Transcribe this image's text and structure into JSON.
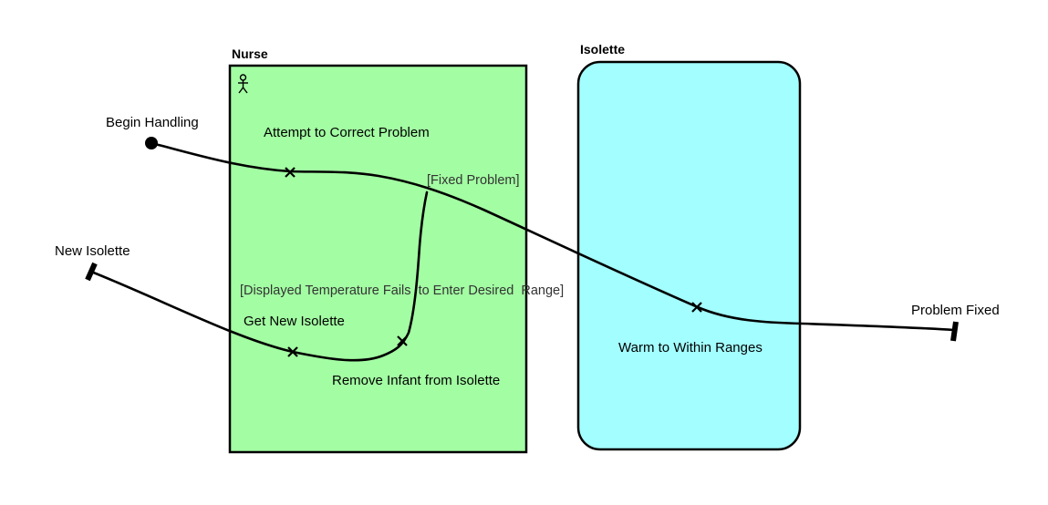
{
  "colors": {
    "nurse_fill": "#a3fea3",
    "isolette_fill": "#a3feff",
    "line": "#000000"
  },
  "swimlanes": {
    "nurse": {
      "title": "Nurse",
      "actor_icon": "stick-figure-icon"
    },
    "isolette": {
      "title": "Isolette"
    }
  },
  "nodes": {
    "begin_handling": "Begin Handling",
    "new_isolette": "New Isolette",
    "problem_fixed": "Problem Fixed"
  },
  "steps": {
    "attempt_correct": "Attempt to Correct Problem",
    "get_new_isolette": "Get New Isolette",
    "remove_infant": "Remove Infant from Isolette",
    "warm_within_ranges": "Warm to Within Ranges"
  },
  "guards": {
    "fixed_problem": "[Fixed Problem]",
    "temp_fails": "[Displayed Temperature Fails  to Enter Desired  Range]"
  }
}
